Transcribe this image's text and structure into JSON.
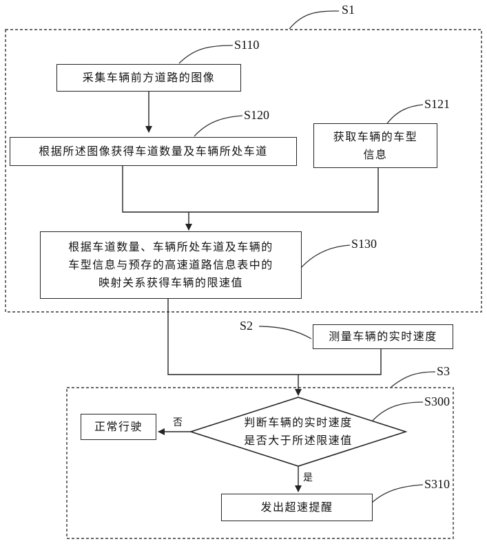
{
  "labels": {
    "s1": "S1",
    "s110": "S110",
    "s120": "S120",
    "s121": "S121",
    "s130": "S130",
    "s2": "S2",
    "s3": "S3",
    "s300": "S300",
    "s310": "S310"
  },
  "steps": {
    "capture_image": "采集车辆前方道路的图像",
    "lane_count": "根据所述图像获得车道数量及车辆所处车道",
    "vehicle_type": "获取车辆的车型\n信息",
    "speed_limit": "根据车道数量、车辆所处车道及车辆的\n车型信息与预存的高速道路信息表中的\n映射关系获得车辆的限速值",
    "measure_speed": "测量车辆的实时速度",
    "decision": "判断车辆的实时速度\n是否大于所述限速值",
    "normal_driving": "正常行驶",
    "overspeed_alert": "发出超速提醒"
  },
  "branches": {
    "no": "否",
    "yes": "是"
  }
}
